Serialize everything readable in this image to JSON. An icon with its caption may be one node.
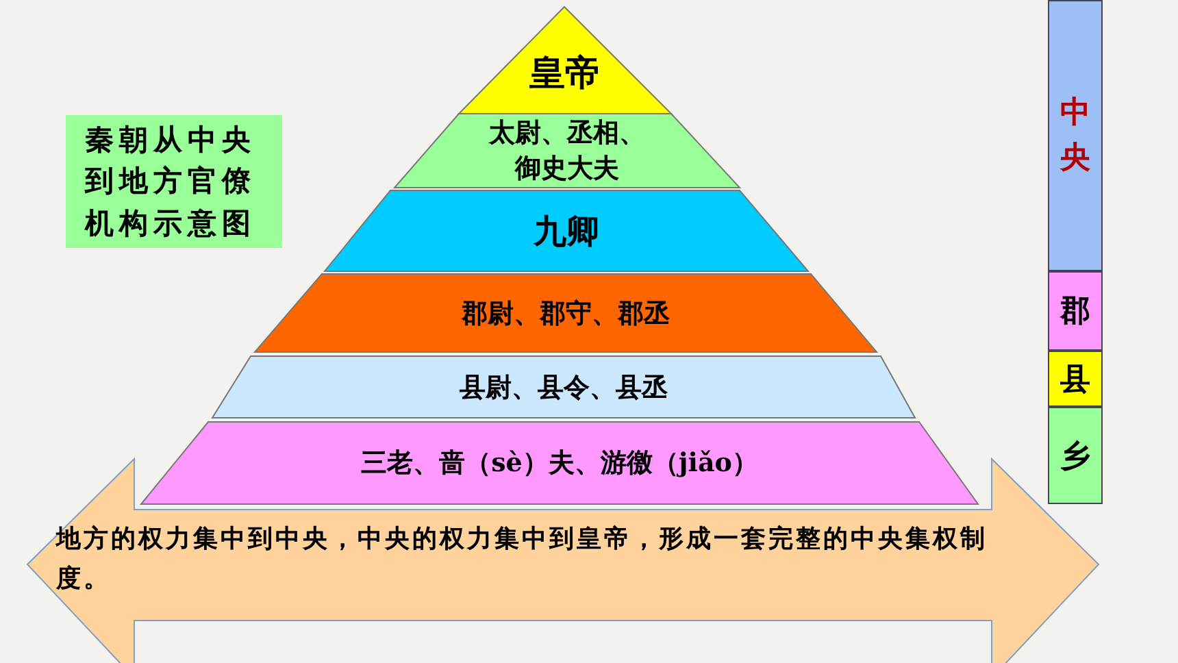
{
  "diagram": {
    "nodes": [
      {
        "text": [
          "秦朝从中央到地方官僚机构示意图"
        ]
      },
      {
        "text": [
          "皇帝"
        ]
      },
      {
        "text": [
          "太尉、丞相、御史大夫"
        ]
      },
      {
        "text": [
          "九卿"
        ]
      },
      {
        "text": [
          "郡尉、郡守、郡丞"
        ]
      },
      {
        "text": [
          "县尉、县令、县丞"
        ]
      },
      {
        "text": [
          "三老、啬（sè）夫、游徼（jiǎo）"
        ]
      },
      {
        "text": [
          "中央"
        ]
      },
      {
        "text": [
          "郡"
        ]
      },
      {
        "text": [
          "县"
        ]
      },
      {
        "text": [
          "乡"
        ]
      },
      {
        "text": [
          "地方的权力集中到中央，中央的权力集中到皇帝，形成一套完整的中央集权制度。"
        ]
      }
    ],
    "edges": []
  }
}
